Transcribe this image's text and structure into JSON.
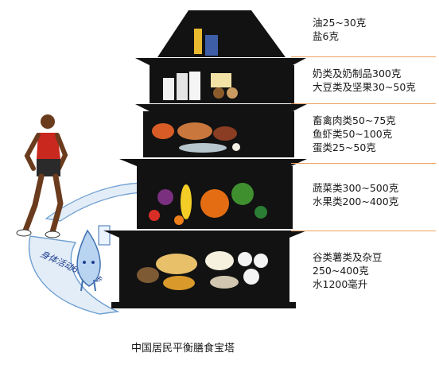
{
  "labels": {
    "tier5": [
      "油25~30克",
      "盐6克"
    ],
    "tier4": [
      "奶类及奶制品300克",
      "大豆类及坚果30~50克"
    ],
    "tier3": [
      "畜禽肉类50~75克",
      "鱼虾类50~100克",
      "蛋类25~50克"
    ],
    "tier2": [
      "蔬菜类300~500克",
      "水果类200~400克"
    ],
    "tier1": [
      "谷类薯类及杂豆",
      "250~400克",
      "水1200毫升"
    ]
  },
  "activity_text": "身体活动6000步",
  "caption": "中国居民平衡膳食宝塔",
  "colors": {
    "pagoda": "#121212",
    "divider": "#f0a060",
    "path_light": "#e3edf7",
    "path_blue": "#6e9fd1",
    "path_text": "#1f3f8f"
  }
}
